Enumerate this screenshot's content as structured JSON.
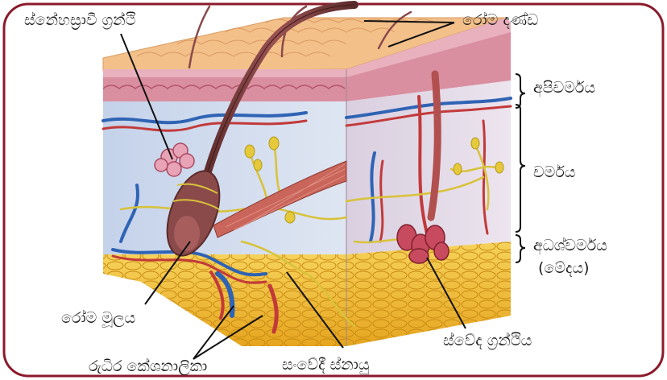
{
  "labels": {
    "sebaceous_gland": "ස්නේහස්‍රාවී ග්‍රන්ථි",
    "hair_shaft": "රෝම දණ්ඩ",
    "epidermis": "අපිචර්මය",
    "dermis": "චර්මය",
    "hypodermis": "අධශ්චර්මය",
    "hypodermis_note": "(මේදය)",
    "hair_root": "රෝම මූලය",
    "capillaries": "රුධිර කේශනාලිකා",
    "sensory_nerve": "සංවේදී ස්නායු",
    "sweat_gland": "ස්වේද ග්‍රන්ථිය"
  },
  "colors": {
    "frame": "#8b1a2b",
    "epidermis": "#d98fa0",
    "dermis": "#c9d6ea",
    "fat": "#f2c12e",
    "vein": "#2f63b4",
    "artery": "#c23a3a",
    "nerve": "#d8c23a",
    "hair": "#7a3b3b"
  }
}
